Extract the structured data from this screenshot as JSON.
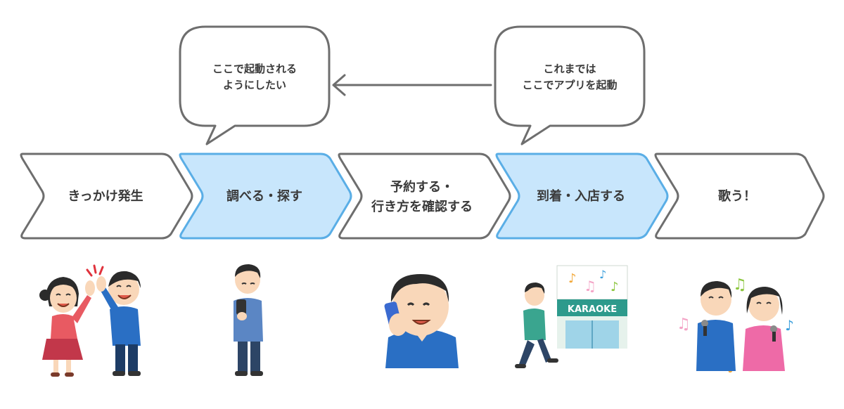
{
  "bubbles": [
    {
      "lines": [
        "ここで起動される",
        "ようにしたい"
      ]
    },
    {
      "lines": [
        "これまでは",
        "ここでアプリを起動"
      ]
    }
  ],
  "steps": [
    {
      "lines": [
        "きっかけ発生"
      ],
      "highlight": false
    },
    {
      "lines": [
        "調べる・探す"
      ],
      "highlight": true
    },
    {
      "lines": [
        "予約する・",
        "行き方を確認する"
      ],
      "highlight": false
    },
    {
      "lines": [
        "到着・入店する"
      ],
      "highlight": true
    },
    {
      "lines": [
        "歌う！"
      ],
      "highlight": false
    }
  ],
  "store_sign": "KARAOKE",
  "colors": {
    "stroke": "#6e6e6e",
    "highlight_fill": "#c8e6fc",
    "highlight_stroke": "#5aaee6",
    "text": "#3a3a3a"
  },
  "icons": {
    "arrow": "arrow-left-icon",
    "illustrations": [
      "high-five-people",
      "man-using-phone",
      "man-on-phone-call",
      "man-walking-to-karaoke",
      "couple-singing-karaoke"
    ]
  }
}
